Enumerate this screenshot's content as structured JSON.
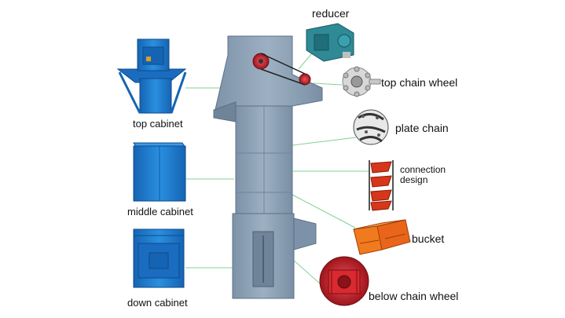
{
  "labels": {
    "reducer": "reducer",
    "top_chain_wheel": "top chain wheel",
    "plate_chain": "plate chain",
    "connection_design_line1": "connection",
    "connection_design_line2": "design",
    "bucket": "bucket",
    "below_chain_wheel": "below chain wheel",
    "top_cabinet": "top cabinet",
    "middle_cabinet": "middle cabinet",
    "down_cabinet": "down cabinet"
  },
  "colors": {
    "elevator_body": "#8fa3b8",
    "cabinet_blue": "#1f7fd0",
    "bucket_orange": "#e05a14",
    "wheel_red": "#c8202c",
    "leader_line": "#7fd38f"
  }
}
